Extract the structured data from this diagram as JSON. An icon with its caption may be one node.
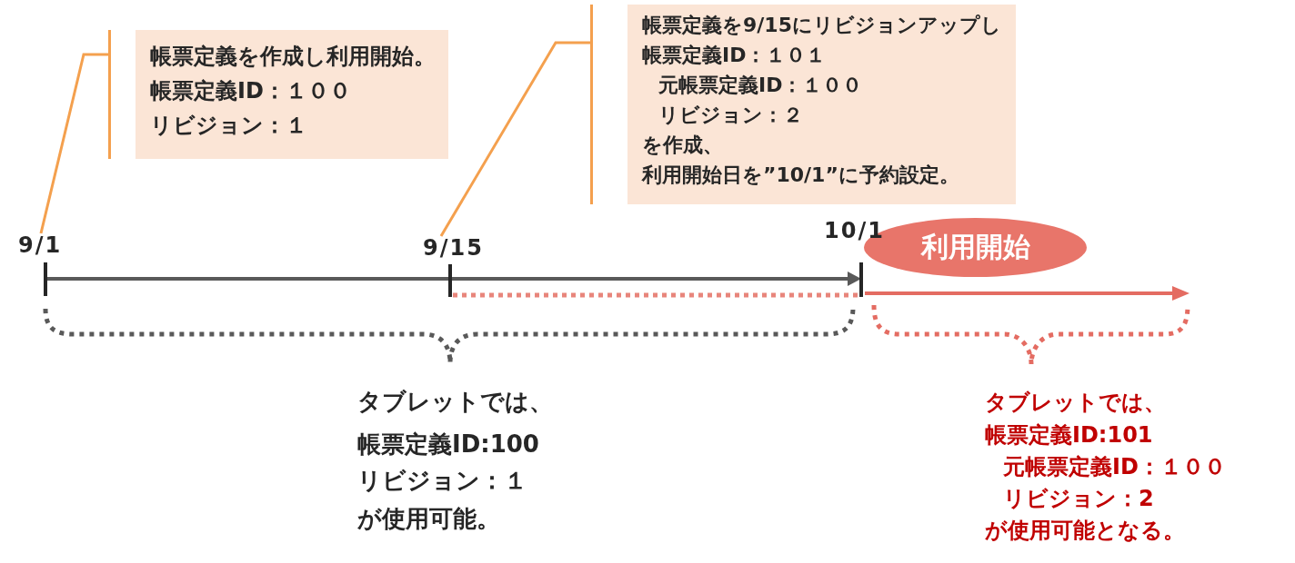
{
  "diagram": {
    "nodes": [
      {
        "text": [
          "帳票定義を作成し利用開始。",
          "帳票定義ID：１００",
          "リビジョン：１"
        ]
      },
      {
        "text": [
          "帳票定義を9/15にリビジョンアップし",
          "帳票定義ID：１０１",
          "元帳票定義ID：１００",
          "リビジョン：２",
          "を作成、",
          "利用開始日を”10/1”に予約設定。"
        ]
      },
      {
        "text": [
          "9/1"
        ]
      },
      {
        "text": [
          "9/15"
        ]
      },
      {
        "text": [
          "利用開始"
        ]
      }
    ],
    "edges": [
      {
        "from": 0,
        "to": 2,
        "arrow": "none"
      },
      {
        "from": 1,
        "to": 3,
        "arrow": "none"
      }
    ],
    "labels": [
      "10/1",
      "タブレットでは、",
      "帳票定義ID:100",
      "リビジョン：１",
      "が使用可能。",
      "タブレットでは、",
      "帳票定義ID:101",
      "元帳票定義ID：１００",
      "リビジョン：2",
      "が使用可能となる。"
    ]
  }
}
